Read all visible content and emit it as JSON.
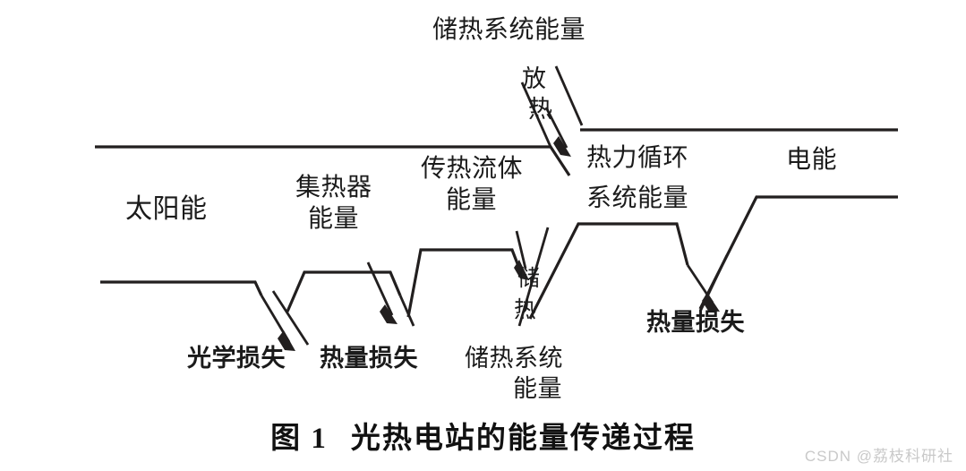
{
  "figure": {
    "caption_number": "图 1",
    "caption_text": "光热电站的能量传递过程",
    "watermark": "CSDN @荔枝科研社"
  },
  "diagram": {
    "type": "energy-flow-sankey",
    "stage_labels": {
      "solar": "太阳能",
      "collector": "集热器\n能量",
      "collector_line1": "集热器",
      "collector_line2": "能量",
      "htf_line1": "传热流体",
      "htf_line2": "能量",
      "power_cycle_line1": "热力循环",
      "power_cycle_line2": "系统能量",
      "electricity": "电能",
      "storage_top": "储热系统能量"
    },
    "loss_labels": {
      "optical_loss": "光学损失",
      "heat_loss_collector": "热量损失",
      "storage_energy_line1": "储热系统",
      "storage_energy_line2": "能量",
      "heat_loss_cycle": "热量损失"
    },
    "branch_labels": {
      "discharge_char1": "放",
      "discharge_char2": "热",
      "charge_char1": "储",
      "charge_char2": "热"
    },
    "colors": {
      "line": "#221f1f",
      "background": "#ffffff",
      "caption": "#111111",
      "watermark": "#c9c9c9"
    }
  }
}
